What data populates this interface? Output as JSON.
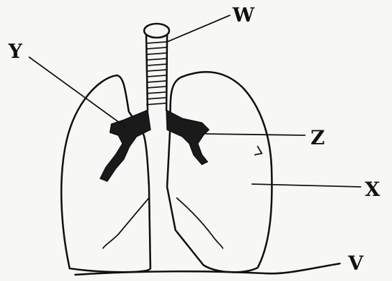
{
  "diagram": {
    "labels": {
      "w": "W",
      "x": "X",
      "y": "Y",
      "z": "Z",
      "v": "V"
    }
  },
  "colors": {
    "ink": "#111111",
    "paper": "#f7f7f5"
  }
}
